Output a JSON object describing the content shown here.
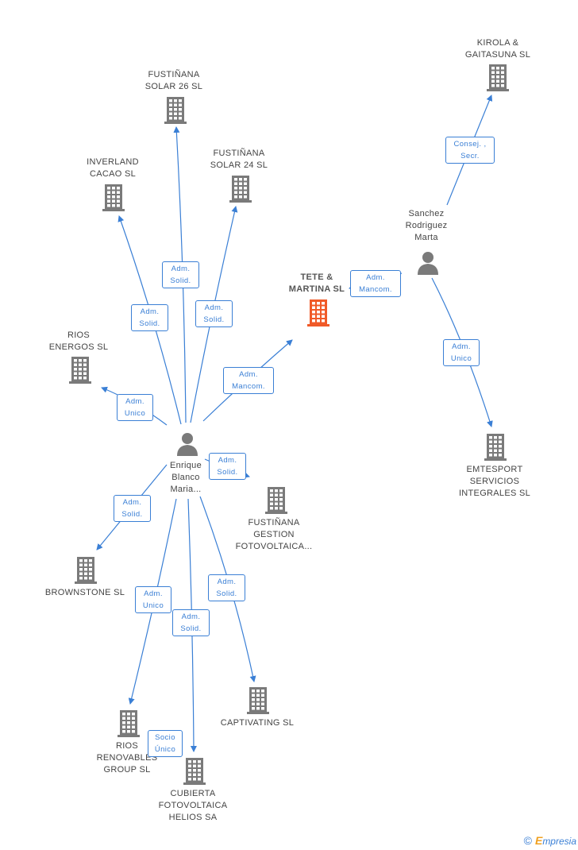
{
  "colors": {
    "edge": "#3a7fd5",
    "company": "#7a7a7a",
    "focus_company": "#f05a28",
    "person": "#7a7a7a"
  },
  "nodes": {
    "kirola": "KIROLA &\nGAITASUNA SL",
    "solar26": "FUSTIÑANA\nSOLAR 26 SL",
    "solar24": "FUSTIÑANA\nSOLAR 24 SL",
    "inverland": "INVERLAND\nCACAO SL",
    "sanchez": "Sanchez\nRodriguez\nMarta",
    "tete": "TETE &\nMARTINA SL",
    "rios_energos": "RIOS\nENERGOS SL",
    "enrique": "Enrique\nBlanco\nMaria...",
    "emtesport": "EMTESPORT\nSERVICIOS\nINTEGRALES SL",
    "gestion": "FUSTIÑANA\nGESTION\nFOTOVOLTAICA...",
    "brownstone": "BROWNSTONE SL",
    "captivating": "CAPTIVATING SL",
    "rios_renovables": "RIOS\nRENOVABLES\nGROUP SL",
    "cubierta": "CUBIERTA\nFOTOVOLTAICA\nHELIOS SA"
  },
  "badges": {
    "consej_secr": "Consej. ,\nSecr.",
    "adm_mancom_sanchez": "Adm.\nMancom.",
    "adm_unico_emtesport": "Adm.\nUnico",
    "adm_solid_26": "Adm.\nSolid.",
    "adm_solid_inverland": "Adm.\nSolid.",
    "adm_solid_24": "Adm.\nSolid.",
    "adm_mancom_enrique": "Adm.\nMancom.",
    "adm_unico_rios": "Adm.\nUnico",
    "adm_solid_gestion": "Adm.\nSolid.",
    "adm_solid_brownstone": "Adm.\nSolid.",
    "adm_unico_renovables": "Adm.\nUnico",
    "adm_solid_cubierta": "Adm.\nSolid.",
    "adm_solid_captivating": "Adm.\nSolid.",
    "socio_unico": "Socio\nÚnico"
  },
  "footer": {
    "copyright": "©",
    "brand_initial": "E",
    "brand_rest": "mpresia"
  }
}
